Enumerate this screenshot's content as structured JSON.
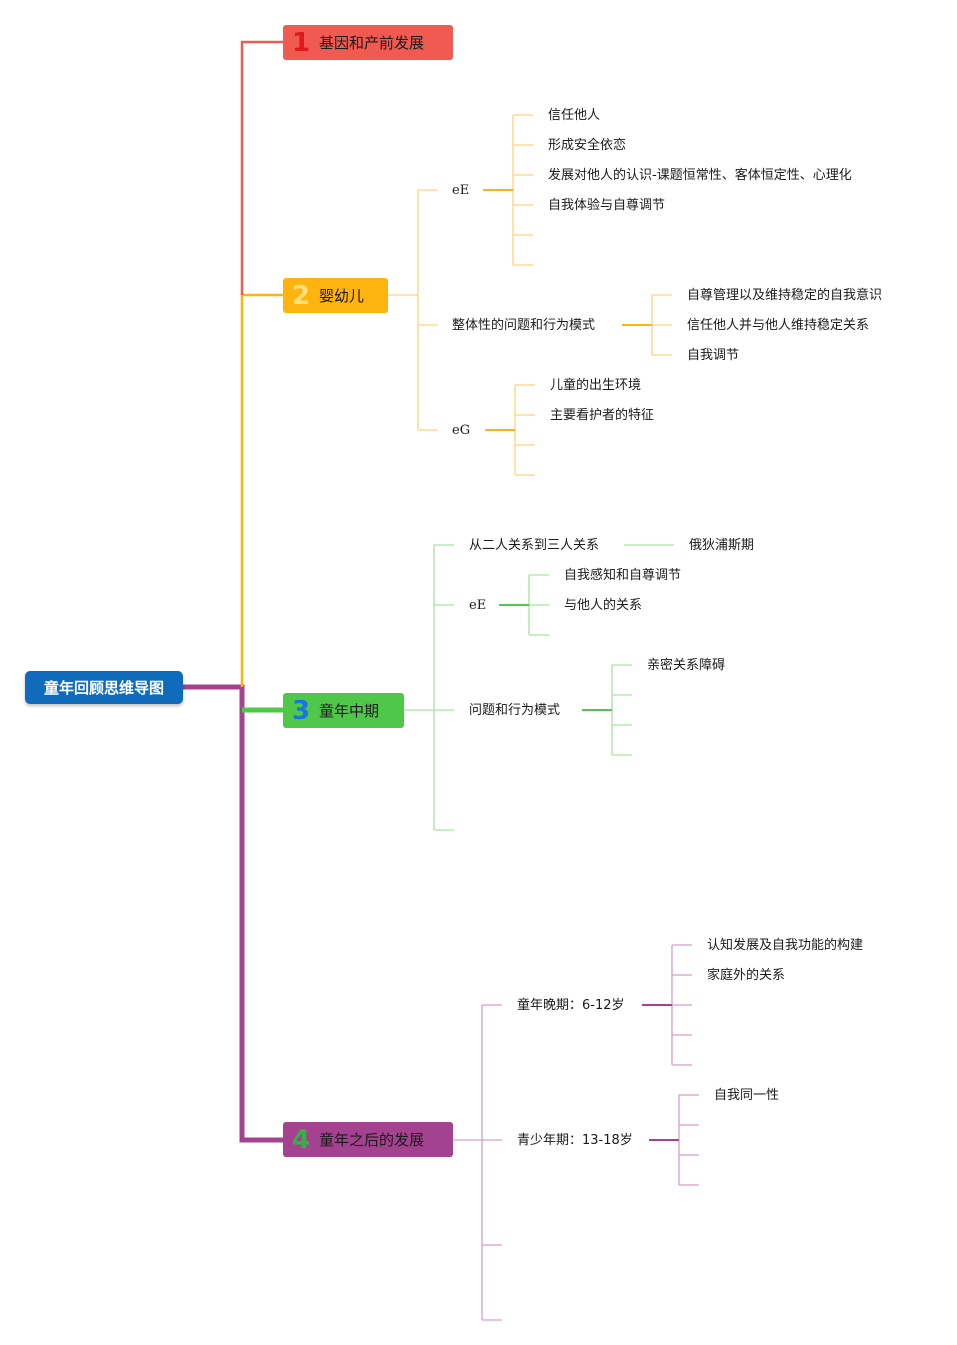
{
  "root": {
    "label": "童年回顾思维导图",
    "color": "#0f6cbd"
  },
  "branches": [
    {
      "number": "1",
      "label": "基因和产前发展",
      "color": "#f15a50",
      "num_color": "#e0191e"
    },
    {
      "number": "2",
      "label": "婴幼儿",
      "color": "#ffb30f",
      "num_color": "#ffe07a",
      "children": [
        {
          "label": "eE",
          "children": [
            "信任他人",
            "形成安全依恋",
            "发展对他人的认识-课题恒常性、客体恒定性、心理化",
            "自我体验与自尊调节"
          ]
        },
        {
          "label": "整体性的问题和行为模式",
          "children": [
            "自尊管理以及维持稳定的自我意识",
            "信任他人并与他人维持稳定关系",
            "自我调节"
          ]
        },
        {
          "label": "eG",
          "children": [
            "儿童的出生环境",
            "主要看护者的特征"
          ]
        }
      ]
    },
    {
      "number": "3",
      "label": "童年中期",
      "color": "#4fc84a",
      "num_color": "#1a73e8",
      "children": [
        {
          "label": "从二人关系到三人关系",
          "children": [
            "俄狄浦斯期"
          ]
        },
        {
          "label": "eE",
          "children": [
            "自我感知和自尊调节",
            "与他人的关系"
          ]
        },
        {
          "label": "问题和行为模式",
          "children": [
            "亲密关系障碍"
          ]
        }
      ]
    },
    {
      "number": "4",
      "label": "童年之后的发展",
      "color": "#a5428f",
      "num_color": "#2fb344",
      "children": [
        {
          "label": "童年晚期：6-12岁",
          "children": [
            "认知发展及自我功能的构建",
            "家庭外的关系"
          ]
        },
        {
          "label": "青少年期：13-18岁",
          "children": [
            "自我同一性"
          ]
        }
      ]
    }
  ]
}
